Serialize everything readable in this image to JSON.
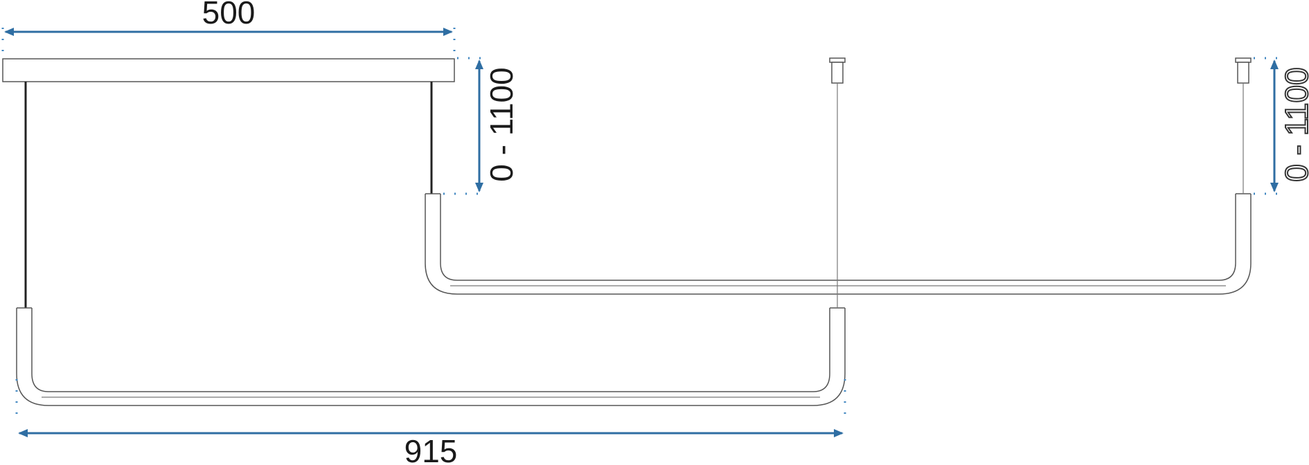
{
  "dimensions": {
    "top_width": "500",
    "bottom_width": "915",
    "left_height": "0 - 1100",
    "right_height": "0 - 1100"
  },
  "colors": {
    "arrow": "#2f6ea3",
    "guide": "#3f86c0",
    "line": "#555555",
    "cable": "#222222"
  }
}
